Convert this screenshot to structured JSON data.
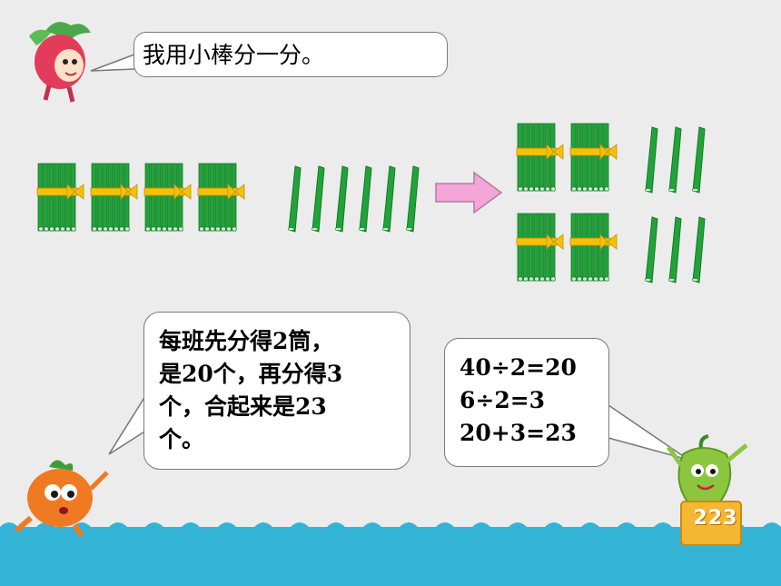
{
  "bubble_top": {
    "text": "我用小棒分一分。"
  },
  "bubble_left": {
    "lines": [
      "每班先分得2筒，",
      "是20个，再分得3",
      "个，合起来是23",
      "个。"
    ]
  },
  "bubble_right": {
    "lines": [
      "40÷2=20",
      "6÷2=3",
      "20+3=23"
    ]
  },
  "board": {
    "text": "223"
  },
  "colors": {
    "stick": "#22a33a",
    "tie": "#f2c20a",
    "arrow": "#f4a6d8",
    "floor": "#33b4d6",
    "background": "#ececec"
  },
  "icons": [
    "radish-character",
    "tomato-character",
    "pepper-character",
    "bundle-of-ten-sticks",
    "single-stick",
    "right-arrow"
  ],
  "figure": {
    "left_group": {
      "bundles": 4,
      "singles": 6
    },
    "right_group": {
      "rows": [
        {
          "bundles": 2,
          "singles": 3
        },
        {
          "bundles": 2,
          "singles": 3
        }
      ]
    }
  }
}
